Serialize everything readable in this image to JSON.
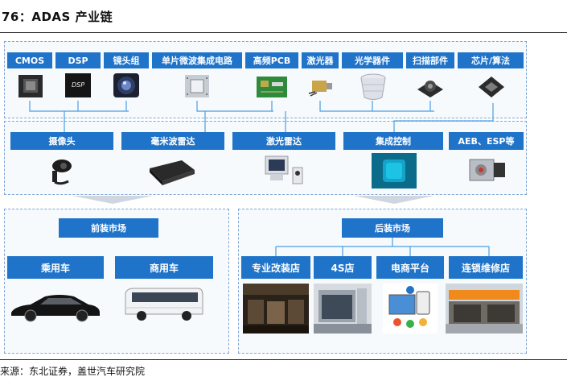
{
  "header": {
    "title": "76：ADAS 产业链"
  },
  "components": {
    "labels": [
      "CMOS",
      "DSP",
      "镜头组",
      "单片微波集成电路",
      "高频PCB",
      "激光器",
      "光学器件",
      "扫描部件",
      "芯片/算法"
    ],
    "icons": [
      "cmos-chip-icon",
      "dsp-chip-icon",
      "camera-lens-icon",
      "mmic-chip-icon",
      "pcb-board-icon",
      "laser-module-icon",
      "optical-lens-icon",
      "scanner-part-icon",
      "processor-chip-icon"
    ],
    "dsp_chip_text": "DSP"
  },
  "systems": {
    "labels": [
      "摄像头",
      "毫米波雷达",
      "激光雷达",
      "集成控制",
      "AEB、ESP等"
    ],
    "icons": [
      "vehicle-camera-icon",
      "mmwave-radar-icon",
      "lidar-unit-icon",
      "control-chip-icon",
      "brake-module-icon"
    ]
  },
  "oem_market": {
    "title": "前装市场",
    "items": [
      {
        "label": "乘用车",
        "icon": "passenger-car-icon"
      },
      {
        "label": "商用车",
        "icon": "bus-icon"
      }
    ]
  },
  "aftermarket": {
    "title": "后装市场",
    "items": [
      {
        "label": "专业改装店",
        "icon": "modification-shop-icon"
      },
      {
        "label": "4S店",
        "icon": "dealership-icon"
      },
      {
        "label": "电商平台",
        "icon": "ecommerce-icon"
      },
      {
        "label": "连锁维修店",
        "icon": "repair-chain-icon"
      }
    ]
  },
  "footer": {
    "source": "来源：东北证券，盖世汽车研究院"
  },
  "colors": {
    "label_bg": "#1f73c9",
    "panel_border": "#7fa6d6",
    "wire": "#4a9de0"
  }
}
